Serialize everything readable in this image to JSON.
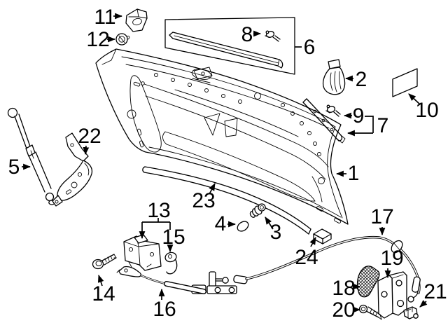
{
  "diagram": {
    "background_color": "#ffffff",
    "line_color": "#000000",
    "callouts": [
      {
        "number": "1"
      },
      {
        "number": "2"
      },
      {
        "number": "3"
      },
      {
        "number": "4"
      },
      {
        "number": "5"
      },
      {
        "number": "6"
      },
      {
        "number": "7"
      },
      {
        "number": "8"
      },
      {
        "number": "9"
      },
      {
        "number": "10"
      },
      {
        "number": "11"
      },
      {
        "number": "12"
      },
      {
        "number": "13"
      },
      {
        "number": "14"
      },
      {
        "number": "15"
      },
      {
        "number": "16"
      },
      {
        "number": "17"
      },
      {
        "number": "18"
      },
      {
        "number": "19"
      },
      {
        "number": "20"
      },
      {
        "number": "21"
      },
      {
        "number": "22"
      },
      {
        "number": "23"
      },
      {
        "number": "24"
      }
    ]
  }
}
